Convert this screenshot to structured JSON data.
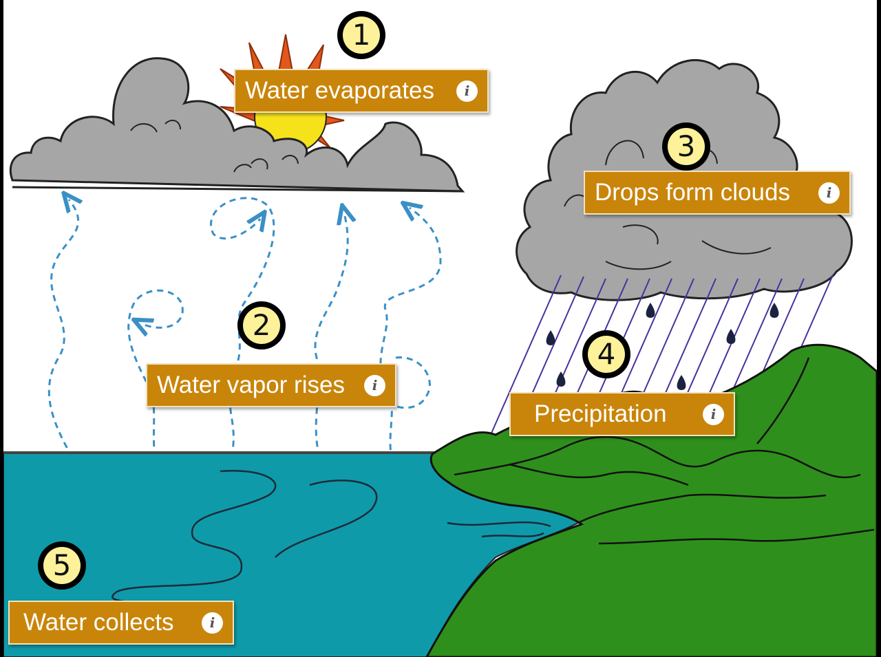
{
  "steps": [
    {
      "number": "1",
      "label": "Water evaporates"
    },
    {
      "number": "2",
      "label": "Water vapor rises"
    },
    {
      "number": "3",
      "label": "Drops form clouds"
    },
    {
      "number": "4",
      "label": "Precipitation"
    },
    {
      "number": "5",
      "label": "Water collects"
    }
  ],
  "icons": {
    "info": "i"
  },
  "colors": {
    "label_background": "#c9850a",
    "badge_fill": "#fdf29a",
    "water": "#0f9aa9",
    "land": "#2f8f1c",
    "cloud": "#a6a6a6",
    "sun": "#f5e21a",
    "sun_rays": "#e2571b",
    "vapor_arrows": "#3a90c6",
    "rain_lines": "#4b2f9e"
  }
}
